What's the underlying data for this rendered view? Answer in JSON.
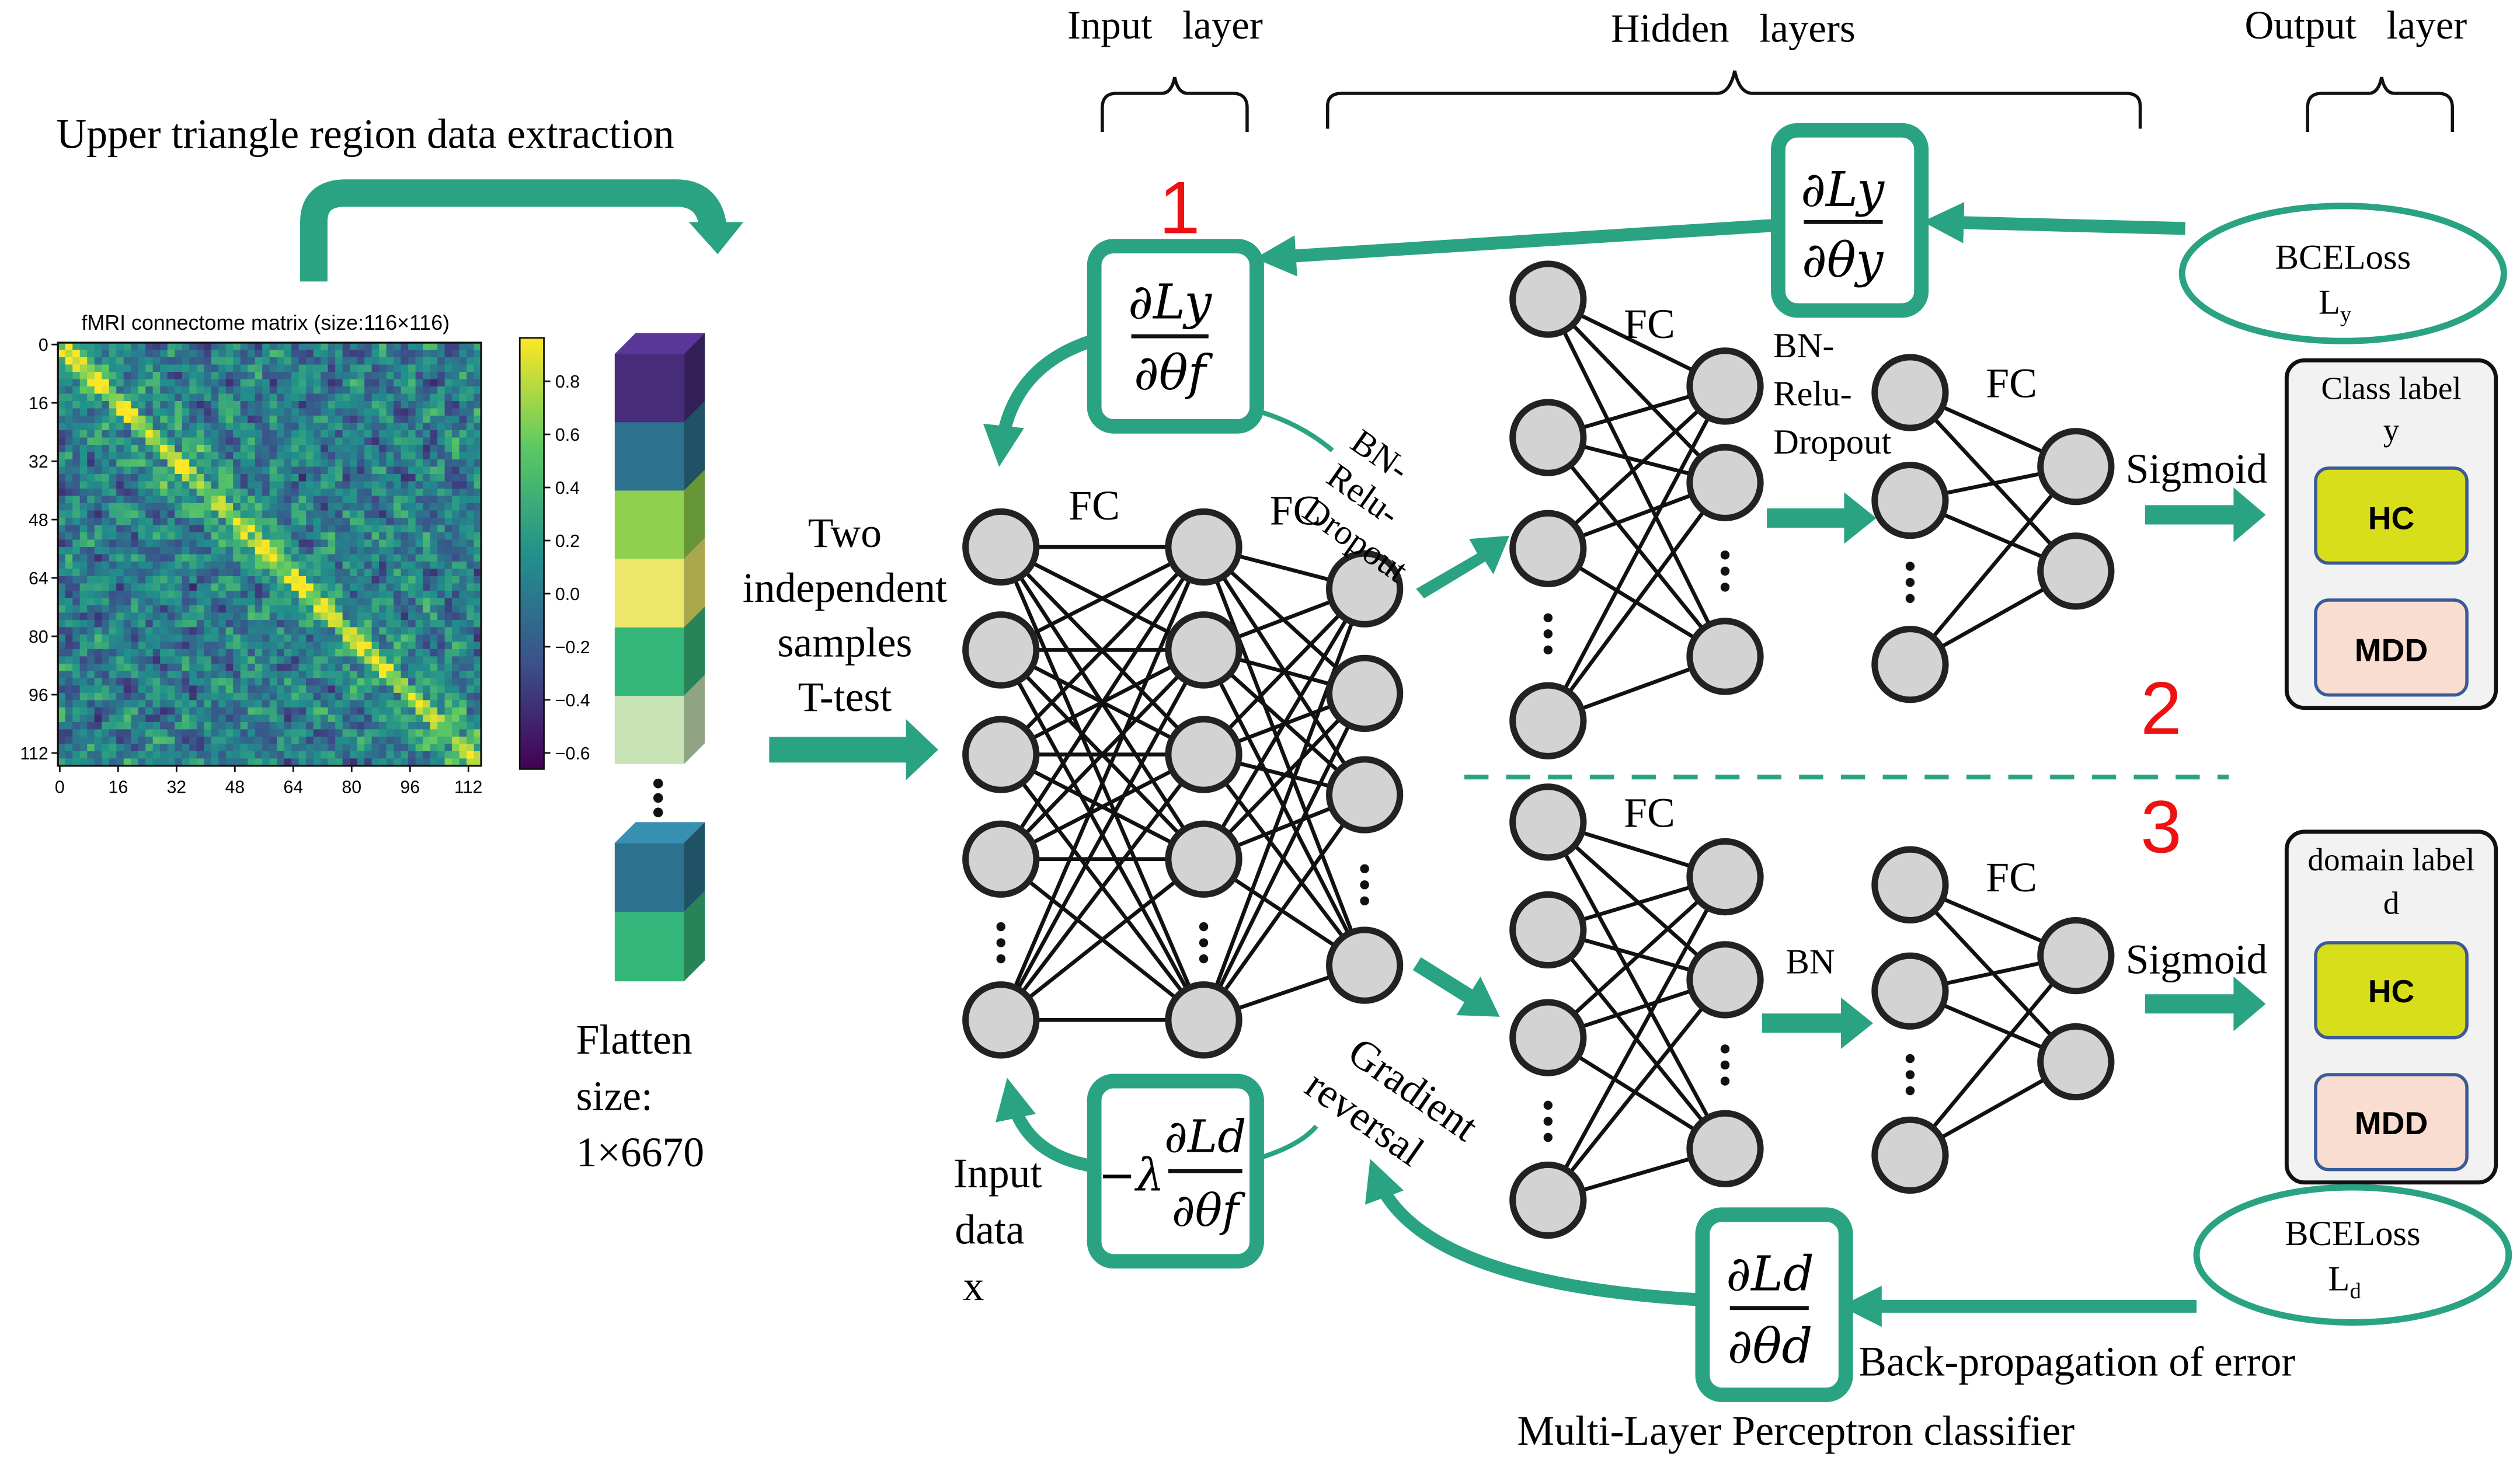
{
  "colors": {
    "accent": "#2aa383",
    "hc_fill": "#d9de1a",
    "mdd_fill": "#f8ddd0",
    "panel_fill": "#f2f2f2",
    "red_numbers": "#ee1111"
  },
  "headers": {
    "input_layer": "Input   layer",
    "hidden_layers": "Hidden   layers",
    "output_layer": "Output   layer"
  },
  "extraction_label": "Upper triangle region data extraction",
  "matrix": {
    "title": "fMRI connectome matrix (size:116×116)",
    "ticks": [
      "0",
      "16",
      "32",
      "48",
      "64",
      "80",
      "96",
      "112"
    ],
    "colorbar_ticks": [
      "0.8",
      "0.6",
      "0.4",
      "0.2",
      "0.0",
      "−0.2",
      "−0.4",
      "−0.6"
    ],
    "colormap": "viridis"
  },
  "flatten": {
    "line1": "Flatten",
    "line2": "size:",
    "line3": "1×6670"
  },
  "ttest": {
    "line1": "Two",
    "line2": "independent",
    "line3": "samples",
    "line4": "T-test"
  },
  "input_data": {
    "line1": "Input",
    "line2": "data",
    "line3": "x"
  },
  "labels": {
    "fc": "FC",
    "bn_relu_dropout": [
      "BN-",
      "Relu-",
      "Dropout"
    ],
    "bn": "BN",
    "sigmoid": "Sigmoid",
    "gradient_reversal": [
      "Gradient",
      "reversal"
    ],
    "backprop": "Back-propagation of error",
    "classifier": "Multi-Layer Perceptron classifier"
  },
  "numbers": {
    "one": "1",
    "two": "2",
    "three": "3"
  },
  "loss_y": {
    "name": "BCELoss",
    "symbol": "L",
    "subscript": "y"
  },
  "loss_d": {
    "name": "BCELoss",
    "symbol": "L",
    "subscript": "d"
  },
  "gradients": {
    "dLy_dthy": {
      "num": "∂Ly",
      "den": "∂θy"
    },
    "dLy_dthf": {
      "num": "∂Ly",
      "den": "∂θf"
    },
    "dLd_dthd": {
      "num": "∂Ld",
      "den": "∂θd"
    },
    "neg_lambda_dLd_dthf": {
      "prefix": "−λ",
      "num": "∂Ld",
      "den": "∂θf"
    }
  },
  "class_panel": {
    "title_line1": "Class label",
    "title_line2": "y",
    "hc": "HC",
    "mdd": "MDD"
  },
  "domain_panel": {
    "title_line1": "domain label",
    "title_line2": "d",
    "hc": "HC",
    "mdd": "MDD"
  }
}
